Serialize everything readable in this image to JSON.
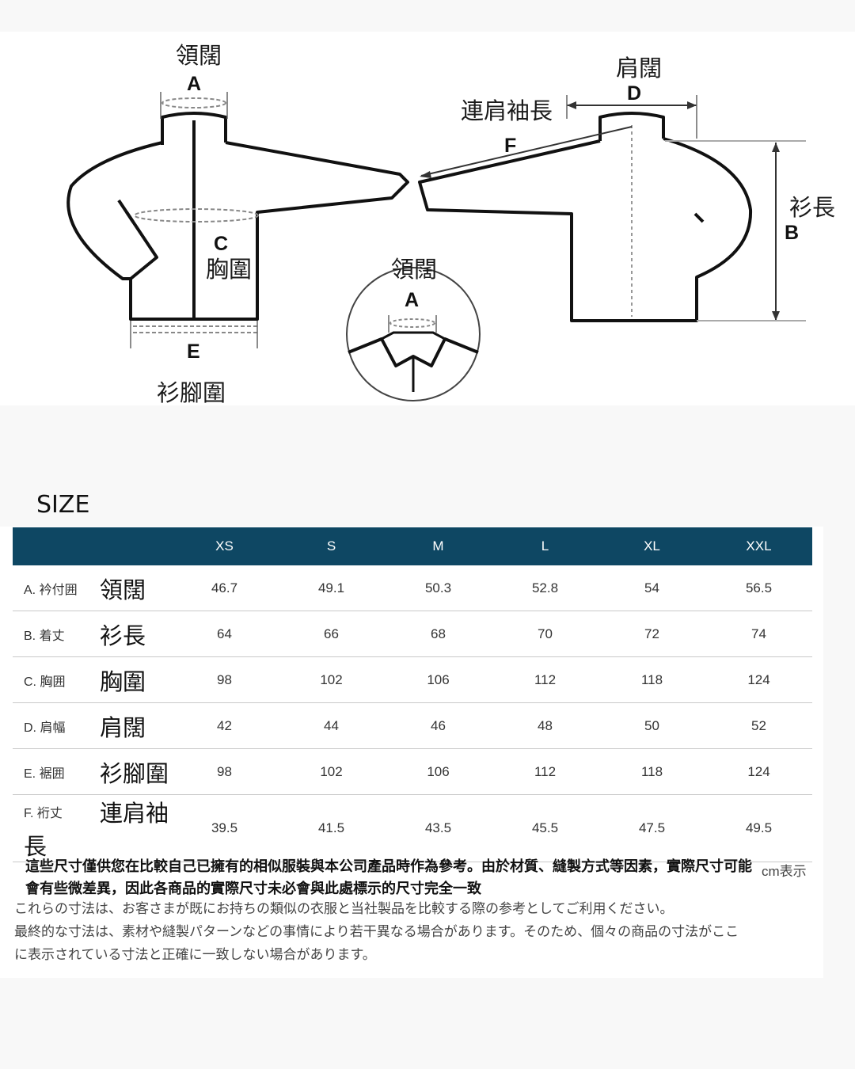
{
  "diagram": {
    "labels": {
      "collar_front": "領闊",
      "collar_detail": "領闊",
      "shoulder": "肩闊",
      "sleeve": "連肩袖長",
      "length": "衫長",
      "chest": "胸圍",
      "hem": "衫腳圍"
    },
    "letters": {
      "a_front": "A",
      "a_detail": "A",
      "b": "B",
      "c": "C",
      "d": "D",
      "e": "E",
      "f": "F"
    }
  },
  "size_heading": "SIZE",
  "table": {
    "header_color": "#0e4763",
    "sizes": [
      "XS",
      "S",
      "M",
      "L",
      "XL",
      "XXL"
    ],
    "rows": [
      {
        "code": "A. 衿付囲",
        "zh": "領闊",
        "values": [
          "46.7",
          "49.1",
          "50.3",
          "52.8",
          "54",
          "56.5"
        ]
      },
      {
        "code": "B. 着丈",
        "zh": "衫長",
        "values": [
          "64",
          "66",
          "68",
          "70",
          "72",
          "74"
        ]
      },
      {
        "code": "C. 胸囲",
        "zh": "胸圍",
        "values": [
          "98",
          "102",
          "106",
          "112",
          "118",
          "124"
        ]
      },
      {
        "code": "D. 肩幅",
        "zh": "肩闊",
        "values": [
          "42",
          "44",
          "46",
          "48",
          "50",
          "52"
        ]
      },
      {
        "code": "E. 裾囲",
        "zh": "衫腳圍",
        "values": [
          "98",
          "102",
          "106",
          "112",
          "118",
          "124"
        ]
      },
      {
        "code": "F. 裄丈",
        "zh": "連肩袖長",
        "values": [
          "39.5",
          "41.5",
          "43.5",
          "45.5",
          "47.5",
          "49.5"
        ]
      }
    ]
  },
  "notes": {
    "zh": "這些尺寸僅供您在比較自己已擁有的相似服裝與本公司產品時作為參考。由於材質、縫製方式等因素，實際尺寸可能會有些微差異，因此各商品的實際尺寸未必會與此處標示的尺寸完全一致",
    "unit": "cm表示",
    "ja_1": "これらの寸法は、お客さまが既にお持ちの類似の衣服と当社製品を比較する際の参考としてご利用ください。",
    "ja_2": "最終的な寸法は、素材や縫製パターンなどの事情により若干異なる場合があります。そのため、個々の商品の寸法がここ",
    "ja_3": "に表示されている寸法と正確に一致しない場合があります。"
  }
}
